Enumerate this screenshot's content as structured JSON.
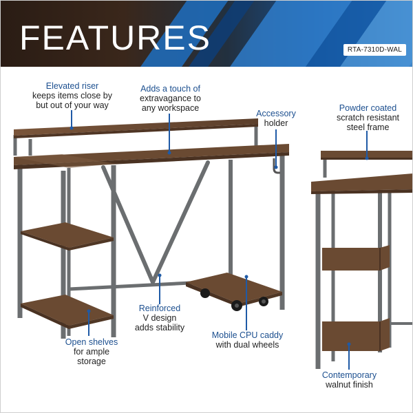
{
  "banner": {
    "title": "FEATURES",
    "model": "RTA-7310D-WAL"
  },
  "colors": {
    "accent_blue": "#1c4f8f",
    "walnut": "#6e4a32",
    "frame_gray": "#6b6e70",
    "leader_blue": "#1f5aa6"
  },
  "callouts": {
    "elevated_riser": {
      "highlight": "Elevated riser",
      "lines": [
        "keeps items close by",
        "but out of your way"
      ]
    },
    "extravagance": {
      "highlight": "Adds a touch of",
      "lines": [
        "extravagance to",
        "any workspace"
      ]
    },
    "accessory": {
      "highlight": "Accessory",
      "lines": [
        "holder"
      ]
    },
    "powder_coated": {
      "highlight": "Powder coated",
      "lines": [
        "scratch resistant",
        "steel frame"
      ]
    },
    "reinforced": {
      "highlight": "Reinforced",
      "lines": [
        "V design",
        "adds stability"
      ]
    },
    "cpu_caddy": {
      "highlight": "Mobile CPU caddy",
      "lines": [
        "with dual wheels"
      ]
    },
    "open_shelves": {
      "highlight": "Open shelves",
      "lines": [
        "for ample",
        "storage"
      ]
    },
    "contemporary": {
      "highlight": "Contemporary",
      "lines": [
        "walnut finish"
      ]
    }
  }
}
